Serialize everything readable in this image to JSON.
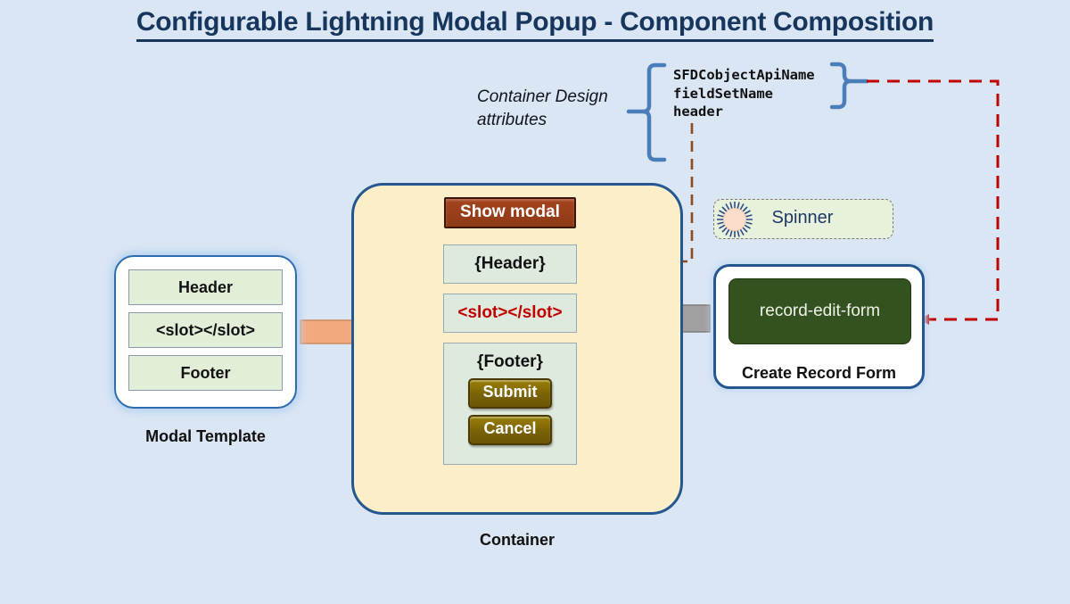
{
  "title": "Configurable Lightning Modal Popup - Component Composition",
  "design_attributes": {
    "caption": "Container Design attributes",
    "values": "SFDCobjectApiName\nfieldSetName\nheader"
  },
  "modal_template": {
    "label": "Modal Template",
    "rows": [
      {
        "text": "Header"
      },
      {
        "text": "<slot></slot>"
      },
      {
        "text": "Footer"
      }
    ]
  },
  "container": {
    "label": "Container",
    "show_modal_button": "Show modal",
    "header_slot": "{Header}",
    "content_slot": "<slot></slot>",
    "footer_slot": "{Footer}",
    "submit_button": "Submit",
    "cancel_button": "Cancel"
  },
  "spinner": {
    "label": "Spinner",
    "icon": "sun-burst-icon"
  },
  "record_form": {
    "label": "Create Record Form",
    "inner": "record-edit-form"
  },
  "connectors": {
    "template_to_container": "orange-right-arrow",
    "form_to_slot": "gray-left-arrow",
    "header_attr_to_header_slot": "brown-dashed-arrow",
    "attrs_to_record_form": "red-dashed-arrow"
  },
  "colors": {
    "background": "#dbe6f4",
    "title": "#17365d",
    "container_fill": "#fdeeca",
    "container_border": "#24578f",
    "panel_fill": "#dfeade",
    "green_box": "#e2eed8",
    "slot_text": "#c00000",
    "show_modal": "#a4431c",
    "gold_button": "#7a6206",
    "record_edit_form": "#33521f",
    "orange_arrow": "#f0a379",
    "gray_arrow": "#9c9c9c",
    "red_dash": "#c00000",
    "brown_dash": "#8a4b1e",
    "brace_blue": "#4a7ebb"
  }
}
